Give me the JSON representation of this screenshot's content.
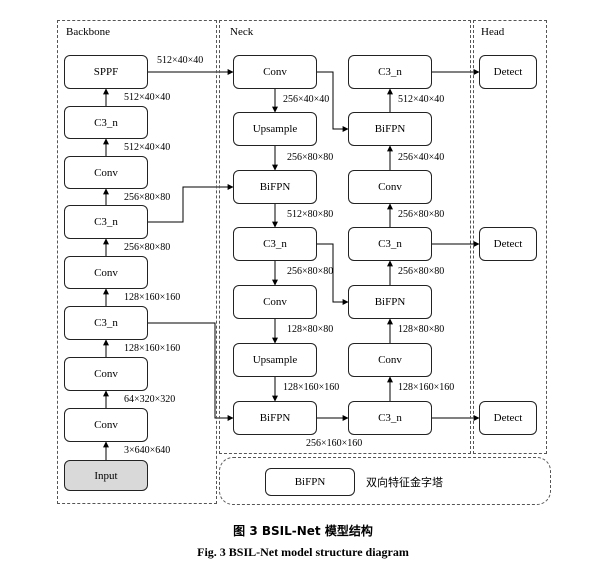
{
  "regions": {
    "backbone": "Backbone",
    "neck": "Neck",
    "head": "Head"
  },
  "backbone": {
    "sppf": "SPPF",
    "c3_top": "C3_n",
    "conv_1": "Conv",
    "c3_mid": "C3_n",
    "conv_2": "Conv",
    "c3_low": "C3_n",
    "conv_3": "Conv",
    "conv_4": "Conv",
    "input": "Input"
  },
  "neck": {
    "conv_top": "Conv",
    "upsample_1": "Upsample",
    "bifpn_1": "BiFPN",
    "c3_1": "C3_n",
    "conv_2": "Conv",
    "upsample_2": "Upsample",
    "bifpn_2": "BiFPN",
    "c3_top_r": "C3_n",
    "bifpn_top_r": "BiFPN",
    "conv_r1": "Conv",
    "c3_r2": "C3_n",
    "bifpn_r2": "BiFPN",
    "conv_r3": "Conv",
    "c3_bottom_r": "C3_n"
  },
  "head": {
    "detect_1": "Detect",
    "detect_2": "Detect",
    "detect_3": "Detect"
  },
  "dims": {
    "sppf_out": "512×40×40",
    "bb_c3top_sppf": "512×40×40",
    "bb_conv1_c3top": "512×40×40",
    "bb_c3mid_conv1": "256×80×80",
    "bb_conv2_c3mid": "256×80×80",
    "bb_c3low_conv2": "128×160×160",
    "bb_conv3_c3low": "128×160×160",
    "bb_conv4_conv3": "64×320×320",
    "bb_input_conv4": "3×640×640",
    "nk_conv_up1": "256×40×40",
    "nk_up1_bifpn1": "256×80×80",
    "nk_bifpn1_c3": "512×80×80",
    "nk_c3_conv2": "256×80×80",
    "nk_conv2_up2": "128×80×80",
    "nk_up2_bifpn2": "128×160×160",
    "nk_bifpn2_c3r": "256×160×160",
    "nk_r_c3top": "512×40×40",
    "nk_r_bifpntop": "256×40×40",
    "nk_r_conv1": "256×80×80",
    "nk_r_c3mid": "256×80×80",
    "nk_r_bifpnmid": "128×80×80",
    "nk_r_conv3": "128×160×160"
  },
  "legend": {
    "box": "BiFPN",
    "text": "双向特征金字塔"
  },
  "caption": {
    "cn": "图 3 BSIL-Net 模型结构",
    "en": "Fig. 3 BSIL-Net model structure diagram"
  }
}
